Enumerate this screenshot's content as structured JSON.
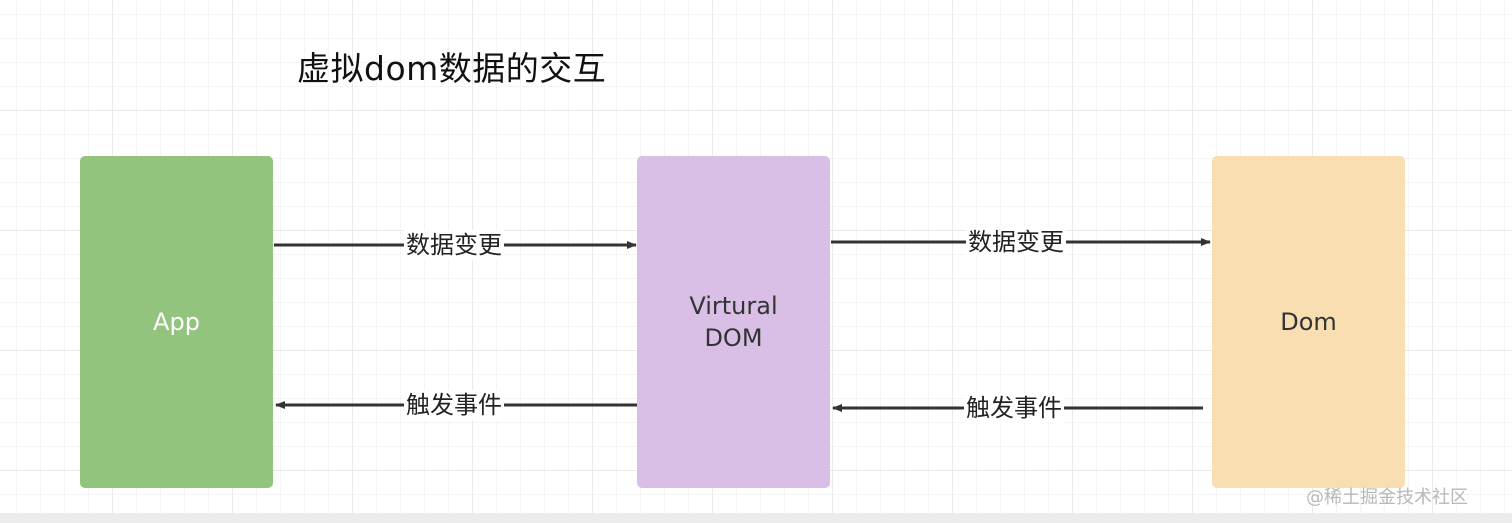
{
  "title": "虚拟dom数据的交互",
  "nodes": {
    "app": {
      "label": "App",
      "fill": "#93c47d",
      "text_color": "#ffffff"
    },
    "virtual_dom": {
      "label": "Virtural\nDOM",
      "fill": "#d9bfe6",
      "text_color": "#333333"
    },
    "dom": {
      "label": "Dom",
      "fill": "#f8deb1",
      "text_color": "#333333"
    }
  },
  "edges": [
    {
      "from": "App",
      "to": "Virtural DOM",
      "label": "数据变更"
    },
    {
      "from": "Virtural DOM",
      "to": "Dom",
      "label": "数据变更"
    },
    {
      "from": "Virtural DOM",
      "to": "App",
      "label": "触发事件"
    },
    {
      "from": "Dom",
      "to": "Virtural DOM",
      "label": "触发事件"
    }
  ],
  "watermark": "@稀土掘金技术社区",
  "colors": {
    "line": "#333333",
    "grid": "#e9e9e9"
  }
}
